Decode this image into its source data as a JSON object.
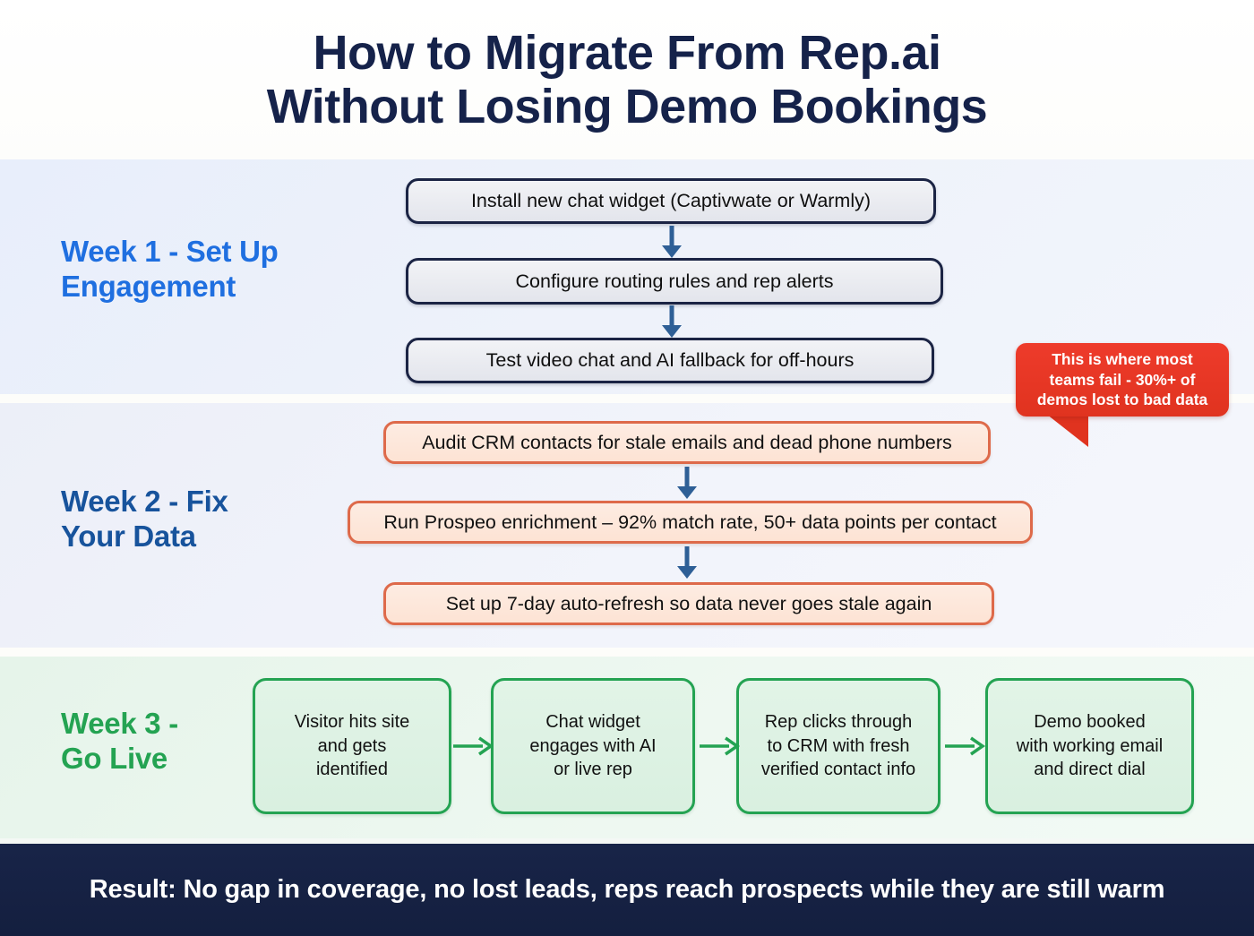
{
  "title": {
    "line1": "How to Migrate From Rep.ai",
    "line2": "Without Losing Demo Bookings"
  },
  "colors": {
    "title": "#15224a",
    "week1_accent": "#1f6fe0",
    "week2_accent": "#17539c",
    "week3_accent": "#24a352",
    "week1_box_border": "#1b2444",
    "week2_box_border": "#de6a4a",
    "week3_box_border": "#24a352",
    "callout_bg": "#e0331f",
    "banner_bg": "#141f3f",
    "arrow_blue": "#2e5f96",
    "arrow_green": "#24a352"
  },
  "sections": [
    {
      "label": "Week 1 - Set Up\nEngagement",
      "steps": [
        "Install new chat widget (Captivwate or Warmly)",
        "Configure routing rules and rep alerts",
        "Test video chat and AI fallback for off-hours"
      ],
      "arrows": [
        "arrow-down-icon",
        "arrow-down-icon"
      ]
    },
    {
      "label": "Week 2 - Fix\nYour Data",
      "steps": [
        "Audit CRM contacts for stale emails and dead phone numbers",
        "Run Prospeo enrichment – 92% match rate, 50+ data points per contact",
        "Set up 7-day auto-refresh so data never goes stale again"
      ],
      "arrows": [
        "arrow-down-icon",
        "arrow-down-icon"
      ]
    },
    {
      "label": "Week 3 -\nGo Live",
      "steps": [
        "Visitor hits site\nand gets\nidentified",
        "Chat widget\nengages with AI\nor live rep",
        "Rep clicks through\nto CRM with fresh\nverified contact info",
        "Demo booked\nwith working email\nand direct dial"
      ],
      "arrows": [
        "arrow-right-icon",
        "arrow-right-icon",
        "arrow-right-icon"
      ]
    }
  ],
  "callout": {
    "text": "This is where most\nteams fail - 30%+ of\ndemos lost to bad data"
  },
  "result": {
    "text": "Result: No gap in coverage, no lost leads, reps reach prospects while they are still warm"
  }
}
